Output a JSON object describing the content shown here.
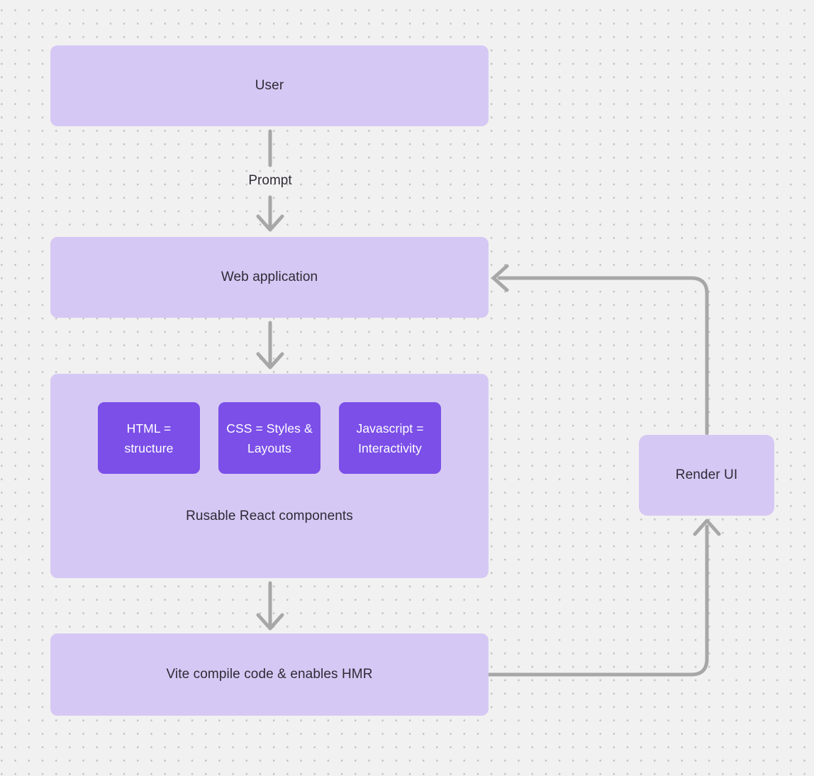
{
  "colors": {
    "background": "#f2f1f1",
    "dot": "#c2c1c1",
    "node_fill": "#d6c8f4",
    "accent_fill": "#7b4fe8",
    "text_dark": "#2e2b36",
    "text_light": "#ffffff",
    "connector": "#a8a7a7"
  },
  "nodes": {
    "user": "User",
    "web_application": "Web application",
    "components": {
      "items": [
        {
          "label": "HTML = structure"
        },
        {
          "label": "CSS = Styles & Layouts"
        },
        {
          "label": "Javascript = Interactivity"
        }
      ],
      "caption": "Rusable React components"
    },
    "vite": "Vite compile code & enables HMR",
    "render_ui": "Render UI"
  },
  "edge_labels": {
    "prompt": "Prompt"
  }
}
